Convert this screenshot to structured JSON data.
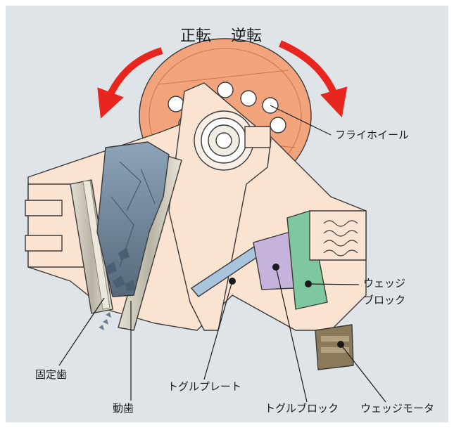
{
  "rotation": {
    "forward": "正転",
    "reverse": "逆転",
    "arrow_color": "#e8251f"
  },
  "labels": {
    "flywheel": "フライホイール",
    "wedge_block_line1": "ウェッジ",
    "wedge_block_line2": "ブロック",
    "fixed_jaw": "固定歯",
    "toggle_plate": "トグルプレート",
    "moving_jaw": "動歯",
    "toggle_block": "トグルブロック",
    "wedge_motor": "ウェッジモータ"
  },
  "colors": {
    "background": "#dfe4e8",
    "body": "#fbe3d2",
    "flywheel": "#f2a47c",
    "rock": "#7d93a6",
    "toggle_block": "#c6b3dc",
    "wedge": "#7fc79e",
    "motor": "#8a7a5a"
  }
}
